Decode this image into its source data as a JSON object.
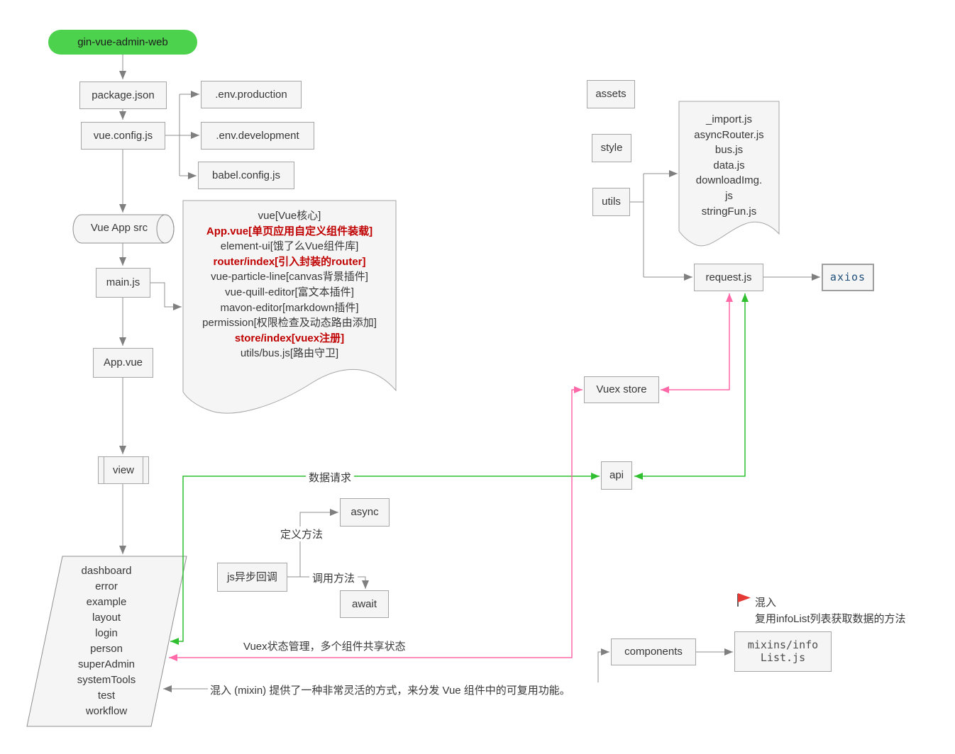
{
  "diagram": {
    "root_label": "gin-vue-admin-web",
    "left_chain": {
      "package_json": "package.json",
      "vue_config": "vue.config.js",
      "env_production": ".env.production",
      "env_development": ".env.development",
      "babel_config": "babel.config.js",
      "vue_app_src": "Vue App src",
      "main_js": "main.js",
      "app_vue": "App.vue",
      "view": "view"
    },
    "main_doc_lines": [
      {
        "text": "vue[Vue核心]",
        "emphasis": false
      },
      {
        "text": "App.vue[单页应用自定义组件装载]",
        "emphasis": true
      },
      {
        "text": "element-ui[饿了么Vue组件库]",
        "emphasis": false
      },
      {
        "text": "router/index[引入封装的router]",
        "emphasis": true
      },
      {
        "text": "vue-particle-line[canvas背景插件]",
        "emphasis": false
      },
      {
        "text": "vue-quill-editor[富文本插件]",
        "emphasis": false
      },
      {
        "text": "mavon-editor[markdown插件]",
        "emphasis": false
      },
      {
        "text": "permission[权限检查及动态路由添加]",
        "emphasis": false
      },
      {
        "text": "store/index[vuex注册]",
        "emphasis": true
      },
      {
        "text": "utils/bus.js[路由守卫]",
        "emphasis": false
      }
    ],
    "views": [
      "dashboard",
      "error",
      "example",
      "layout",
      "login",
      "person",
      "superAdmin",
      "systemTools",
      "test",
      "workflow"
    ],
    "right": {
      "assets": "assets",
      "style": "style",
      "utils": "utils",
      "utils_doc_lines": [
        "_import.js",
        "asyncRouter.js",
        "bus.js",
        "data.js",
        "downloadImg.",
        "js",
        "stringFun.js"
      ],
      "request_js": "request.js",
      "axios": "axios",
      "vuex_store": "Vuex store",
      "api": "api",
      "components": "components",
      "mixins_line1": "mixins/info",
      "mixins_line2": "List.js"
    },
    "async_cluster": {
      "js_callback": "js异步回调",
      "async_box": "async",
      "await_box": "await",
      "define_method": "定义方法",
      "call_method": "调用方法"
    },
    "labels": {
      "data_request": "数据请求",
      "vuex_note": "Vuex状态管理，多个组件共享状态",
      "mixin_sentence": "混入 (mixin) 提供了一种非常灵活的方式，来分发 Vue 组件中的可复用功能。",
      "flag_title": "混入",
      "flag_desc": "复用infoList列表获取数据的方法"
    },
    "colors": {
      "root_fill": "#4dd24e",
      "node_fill": "#f5f5f5",
      "node_border": "#a6a6a6",
      "line_gray": "#8f8f8f",
      "line_green": "#2fbf2f",
      "line_pink": "#ff69a8",
      "emphasis_red": "#c00000",
      "axios_text": "#1f4e79",
      "flag_red": "#e53935"
    }
  }
}
